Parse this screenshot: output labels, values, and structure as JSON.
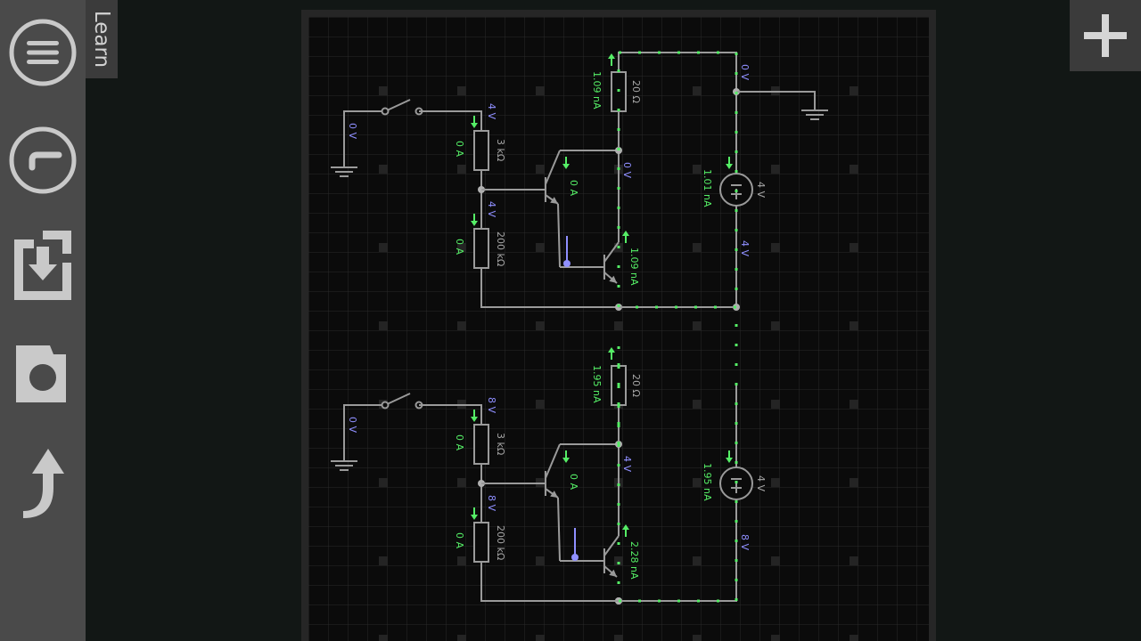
{
  "sidebar": {
    "buttons": [
      {
        "name": "menu-icon"
      },
      {
        "name": "gauge-icon"
      },
      {
        "name": "import-icon"
      },
      {
        "name": "camera-icon"
      },
      {
        "name": "redo-arrow-icon"
      }
    ]
  },
  "learn_tab": {
    "label": "Learn"
  },
  "add_button": {
    "icon": "plus-icon"
  },
  "colors": {
    "wire": "#9a9a9a",
    "current": "#55ee66",
    "voltage": "#8f8fff",
    "component_label": "#a6a6a6"
  },
  "circuit": {
    "top": {
      "switch_ground_voltage": "0 V",
      "r_top_label": "3 kΩ",
      "r_top_voltage": "4 V",
      "r_top_current": "0 A",
      "r_bottom_label": "200 kΩ",
      "r_bottom_voltage": "4 V",
      "r_bottom_current": "0 A",
      "q1_current": "0 A",
      "q1_collector_voltage": "0 V",
      "q2_current": "1.09 nA",
      "load_label": "20 Ω",
      "load_current": "1.09 nA",
      "ground_right_voltage": "0 V",
      "battery_label": "4 V",
      "battery_current": "1.01 nA",
      "battery_bottom_voltage": "4 V"
    },
    "bottom": {
      "switch_ground_voltage": "0 V",
      "r_top_label": "3 kΩ",
      "r_top_voltage": "8 V",
      "r_top_current": "0 A",
      "r_bottom_label": "200 kΩ",
      "r_bottom_voltage": "8 V",
      "r_bottom_current": "0 A",
      "q1_current": "0 A",
      "q1_collector_voltage": "4 V",
      "q2_current": "2.28 nA",
      "load_label": "20 Ω",
      "load_current": "1.95 nA",
      "battery_label": "4 V",
      "battery_current": "1.95 nA",
      "battery_bottom_voltage": "8 V"
    }
  }
}
